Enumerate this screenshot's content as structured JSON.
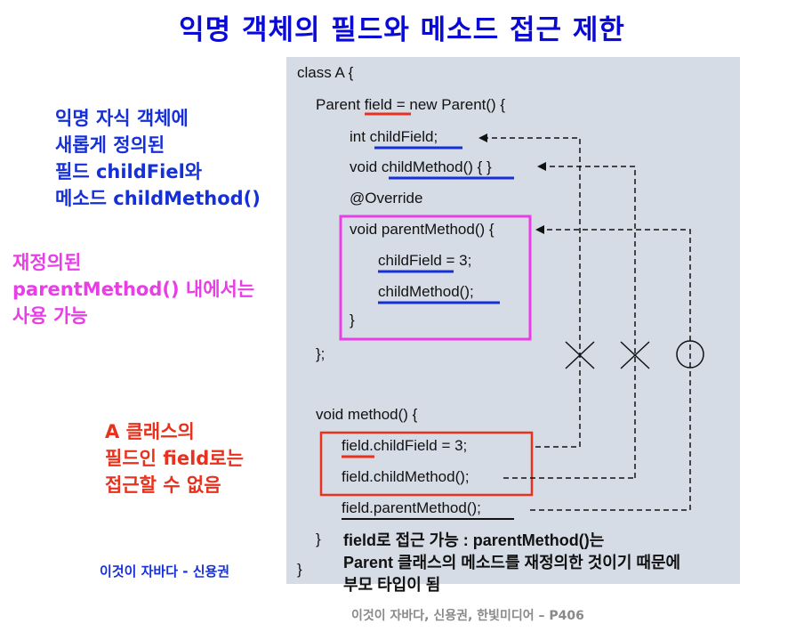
{
  "title": "익명 객체의 필드와 메소드 접근 제한",
  "code_lines": [
    "class A {",
    "Parent field = new Parent() {",
    "int childField;",
    "void childMethod() { }",
    "@Override",
    "void parentMethod() {",
    "childField = 3;",
    "childMethod();",
    "}",
    "};",
    "void method() {",
    "field.childField = 3;",
    "field.childMethod();",
    "field.parentMethod();",
    "}",
    "}"
  ],
  "notes": {
    "child_members": [
      "익명 자식 객체에",
      "새롭게 정의된",
      "필드 childFiel와",
      "메소드 childMethod()"
    ],
    "override": [
      "재정의된",
      "parentMethod() 내에서는",
      "사용 가능"
    ],
    "no_access": [
      "A 클래스의",
      "필드인 field로는",
      "접근할 수 없음"
    ],
    "bottom": [
      "field로 접근 가능 : parentMethod()는",
      "Parent 클래스의 메소드를 재정의한 것이기 때문에",
      "부모 타입이 됨"
    ]
  },
  "author": "이것이 자바다 - 신용권",
  "source": "이것이 자바다, 신용권, 한빛미디어 – P406",
  "colors": {
    "title": "#0a0ad6",
    "blue_note": "#1530d8",
    "magenta": "#e83ee6",
    "red": "#e8321e",
    "code_background": "#d6dce6",
    "source": "#8a8a8a"
  }
}
